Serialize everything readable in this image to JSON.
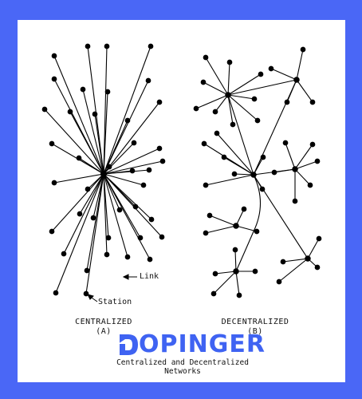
{
  "labels": {
    "link": "Link",
    "station": "Station"
  },
  "captions": {
    "centralized_title": "CENTRALIZED",
    "centralized_letter": "(A)",
    "decentralized_title": "DECENTRALIZED",
    "decentralized_letter": "(B)"
  },
  "brand": {
    "name": "OPINGER",
    "tagline": "Centralized and Decentralized Networks",
    "color": "#3f63f2"
  },
  "colors": {
    "border": "#4a67f6",
    "panel": "#ffffff",
    "ink": "#000000"
  }
}
